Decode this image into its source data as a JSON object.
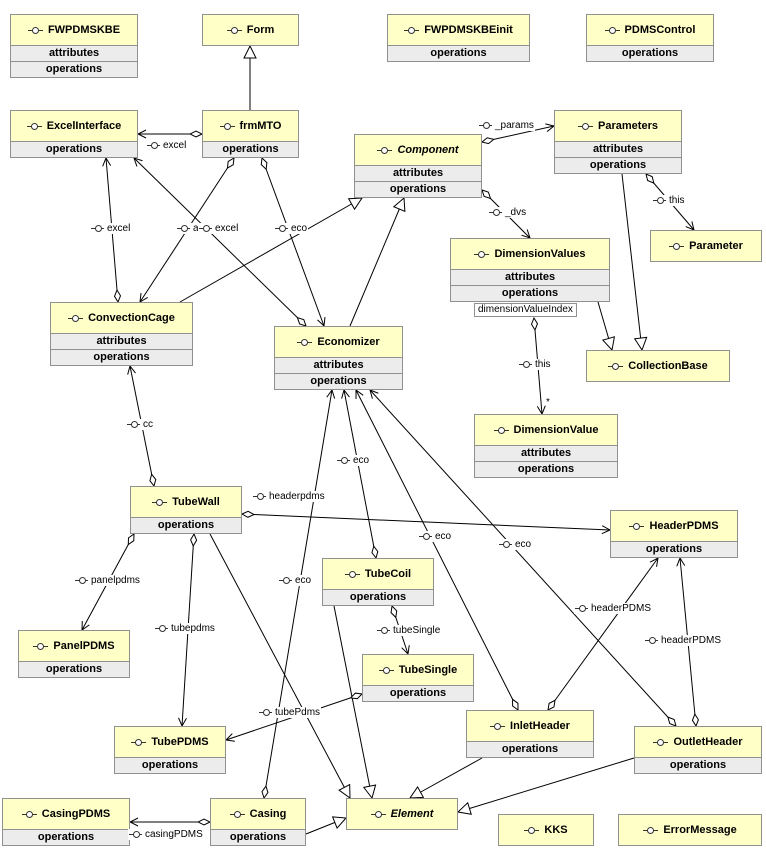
{
  "classes": {
    "fwpdmskbe": {
      "name": "FWPDMSKBE",
      "sections": [
        "attributes",
        "operations"
      ]
    },
    "form": {
      "name": "Form",
      "sections": []
    },
    "fwpdmskbeinit": {
      "name": "FWPDMSKBEinit",
      "sections": [
        "operations"
      ]
    },
    "pdmscontrol": {
      "name": "PDMSControl",
      "sections": [
        "operations"
      ]
    },
    "excelinterface": {
      "name": "ExcelInterface",
      "sections": [
        "operations"
      ]
    },
    "frmmto": {
      "name": "frmMTO",
      "sections": [
        "operations"
      ]
    },
    "component": {
      "name": "Component",
      "sections": [
        "attributes",
        "operations"
      ]
    },
    "parameters": {
      "name": "Parameters",
      "sections": [
        "attributes",
        "operations"
      ]
    },
    "parameter": {
      "name": "Parameter",
      "sections": []
    },
    "dimensionvalues": {
      "name": "DimensionValues",
      "sections": [
        "attributes",
        "operations"
      ],
      "sub_label": "dimensionValueIndex"
    },
    "convectioncage": {
      "name": "ConvectionCage",
      "sections": [
        "attributes",
        "operations"
      ]
    },
    "economizer": {
      "name": "Economizer",
      "sections": [
        "attributes",
        "operations"
      ]
    },
    "collectionbase": {
      "name": "CollectionBase",
      "sections": []
    },
    "dimensionvalue": {
      "name": "DimensionValue",
      "sections": [
        "attributes",
        "operations"
      ]
    },
    "tubewall": {
      "name": "TubeWall",
      "sections": [
        "operations"
      ]
    },
    "headerpdms": {
      "name": "HeaderPDMS",
      "sections": [
        "operations"
      ]
    },
    "tubecoil": {
      "name": "TubeCoil",
      "sections": [
        "operations"
      ]
    },
    "panelpdms": {
      "name": "PanelPDMS",
      "sections": [
        "operations"
      ]
    },
    "tubesingle": {
      "name": "TubeSingle",
      "sections": [
        "operations"
      ]
    },
    "inletheader": {
      "name": "InletHeader",
      "sections": [
        "operations"
      ]
    },
    "outletheader": {
      "name": "OutletHeader",
      "sections": [
        "operations"
      ]
    },
    "tubepdms": {
      "name": "TubePDMS",
      "sections": [
        "operations"
      ]
    },
    "casingpdms": {
      "name": "CasingPDMS",
      "sections": [
        "operations"
      ]
    },
    "casing": {
      "name": "Casing",
      "sections": [
        "operations"
      ]
    },
    "element": {
      "name": "Element",
      "sections": []
    },
    "kks": {
      "name": "KKS",
      "sections": []
    },
    "errormessage": {
      "name": "ErrorMessage",
      "sections": []
    }
  },
  "role_labels": {
    "frmmto_excel": "excel",
    "component_params": "_params",
    "parameters_this": "this",
    "component_dvs": "_dvs",
    "convcage_excel": "excel",
    "economizer_excel": "excel",
    "frmmto_a": "a",
    "frmmto_eco": "eco",
    "dimvalues_this": "this",
    "dimvalues_multiplicity": "*",
    "tubewall_cc": "cc",
    "tubecoil_eco": "eco",
    "tubewall_headerpdms": "headerpdms",
    "inletheader_eco": "eco",
    "outletheader_eco": "eco",
    "tubewall_panelpdms": "panelpdms",
    "casing_eco": "eco",
    "tubewall_tubepdms": "tubepdms",
    "tubecoil_tubesingle": "tubeSingle",
    "inletheader_headerpdms": "headerPDMS",
    "outletheader_headerpdms": "headerPDMS",
    "tubesingle_tubepdms": "tubePdms",
    "casing_casingpdms": "casingPDMS"
  },
  "colors": {
    "class_header": "#ffffc8",
    "class_section": "#ececec",
    "border": "#909090",
    "line": "#000000"
  }
}
